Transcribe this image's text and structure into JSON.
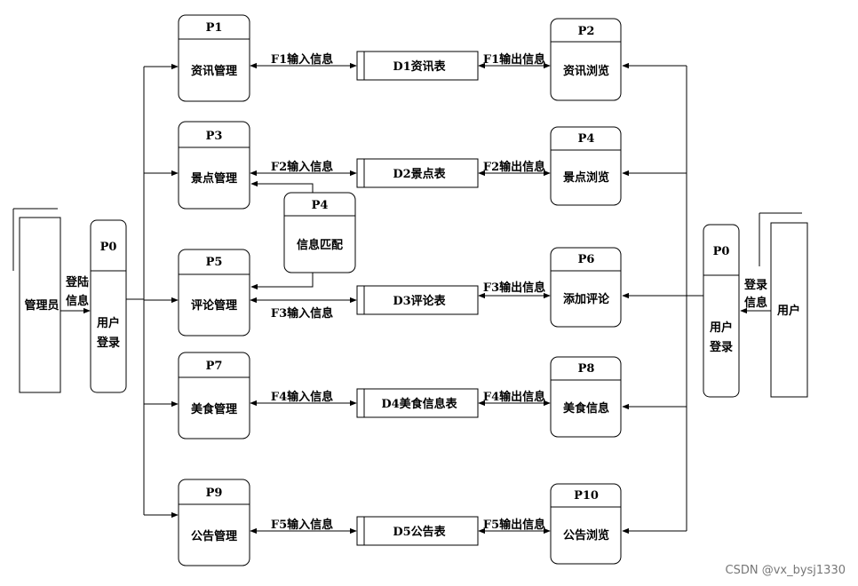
{
  "admin": {
    "label": "管理员",
    "login_edge": [
      "登陆",
      "信息"
    ]
  },
  "user": {
    "label": "用户",
    "login_edge": [
      "登录",
      "信息"
    ]
  },
  "left_login": {
    "id": "P0",
    "label": [
      "用户",
      "登录"
    ]
  },
  "right_login": {
    "id": "P0",
    "label": [
      "用户",
      "登录"
    ]
  },
  "manage_processes": [
    {
      "id": "P1",
      "label": "资讯管理"
    },
    {
      "id": "P3",
      "label": "景点管理"
    },
    {
      "id": "P5",
      "label": "评论管理"
    },
    {
      "id": "P7",
      "label": "美食管理"
    },
    {
      "id": "P9",
      "label": "公告管理"
    }
  ],
  "browse_processes": [
    {
      "id": "P2",
      "label": "资讯浏览"
    },
    {
      "id": "P4",
      "label": "景点浏览"
    },
    {
      "id": "P6",
      "label": "添加评论"
    },
    {
      "id": "P8",
      "label": "美食信息"
    },
    {
      "id": "P10",
      "label": "公告浏览"
    }
  ],
  "match_process": {
    "id": "P4",
    "label": "信息匹配"
  },
  "data_stores": [
    {
      "label": "D1资讯表",
      "in_flow": "F1输入信息",
      "out_flow": "F1输出信息"
    },
    {
      "label": "D2景点表",
      "in_flow": "F2输入信息",
      "out_flow": "F2输出信息"
    },
    {
      "label": "D3评论表",
      "in_flow": "F3输入信息",
      "out_flow": "F3输出信息"
    },
    {
      "label": "D4美食信息表",
      "in_flow": "F4输入信息",
      "out_flow": "F4输出信息"
    },
    {
      "label": "D5公告表",
      "in_flow": "F5输入信息",
      "out_flow": "F5输出信息"
    }
  ],
  "watermark": "CSDN @vx_bysj1330"
}
